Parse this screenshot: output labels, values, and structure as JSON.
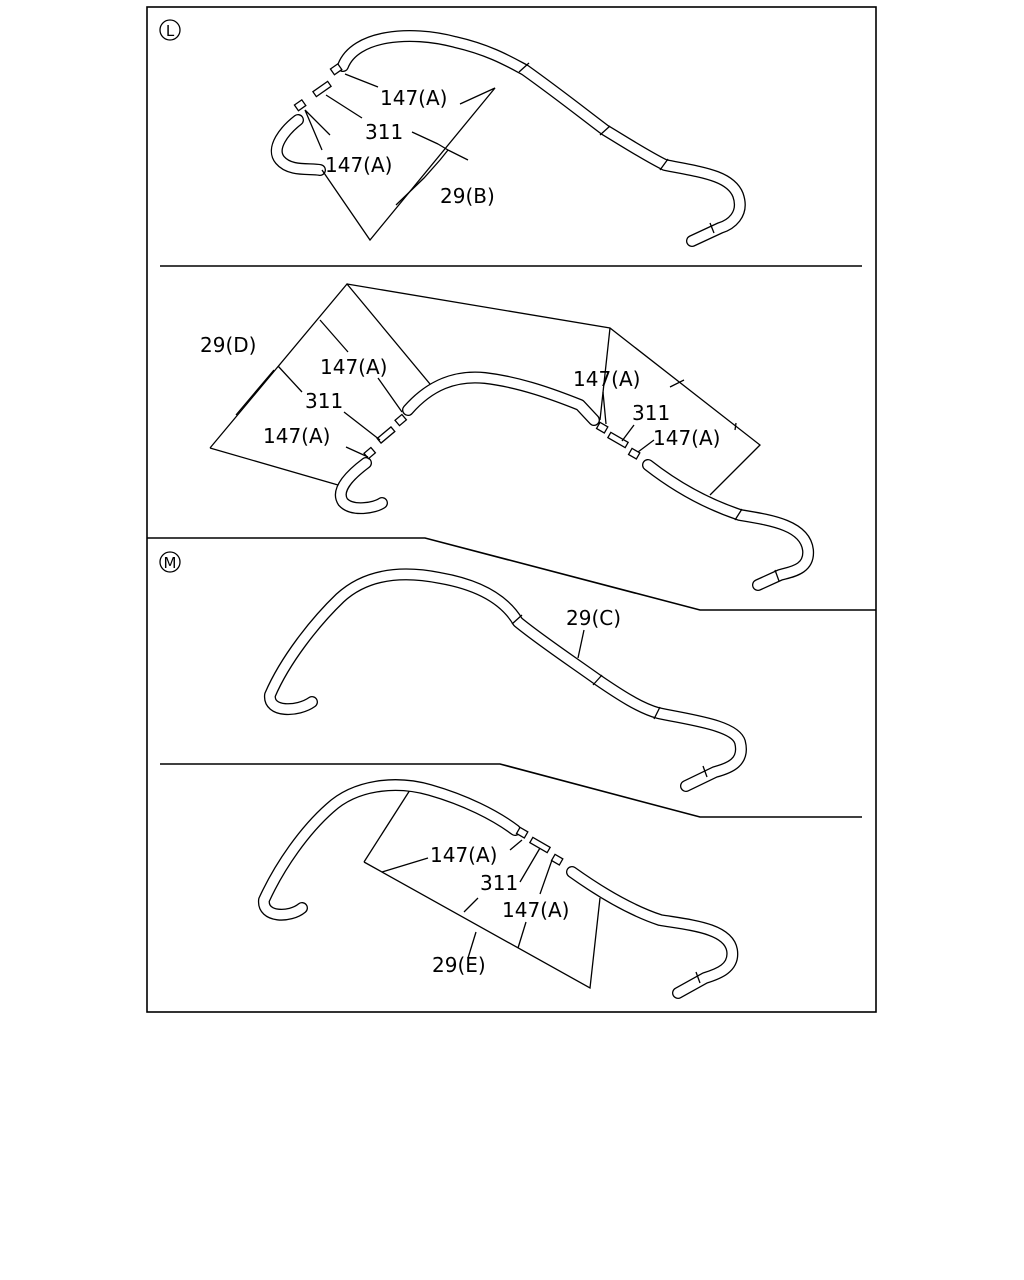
{
  "sections": [
    {
      "marker": "L",
      "groups": [
        {
          "labels": [
            {
              "text": "147(A)"
            },
            {
              "text": "311"
            },
            {
              "text": "147(A)"
            },
            {
              "text": "29(B)"
            }
          ]
        }
      ]
    },
    {
      "marker": "",
      "groups": [
        {
          "labels": [
            {
              "text": "29(D)"
            },
            {
              "text": "147(A)"
            },
            {
              "text": "311"
            },
            {
              "text": "147(A)"
            }
          ]
        },
        {
          "labels": [
            {
              "text": "147(A)"
            },
            {
              "text": "311"
            },
            {
              "text": "147(A)"
            }
          ]
        }
      ]
    },
    {
      "marker": "M",
      "groups": [
        {
          "labels": [
            {
              "text": "29(C)"
            }
          ]
        }
      ]
    },
    {
      "marker": "",
      "groups": [
        {
          "labels": [
            {
              "text": "147(A)"
            },
            {
              "text": "311"
            },
            {
              "text": "147(A)"
            },
            {
              "text": "29(E)"
            }
          ]
        }
      ]
    }
  ]
}
